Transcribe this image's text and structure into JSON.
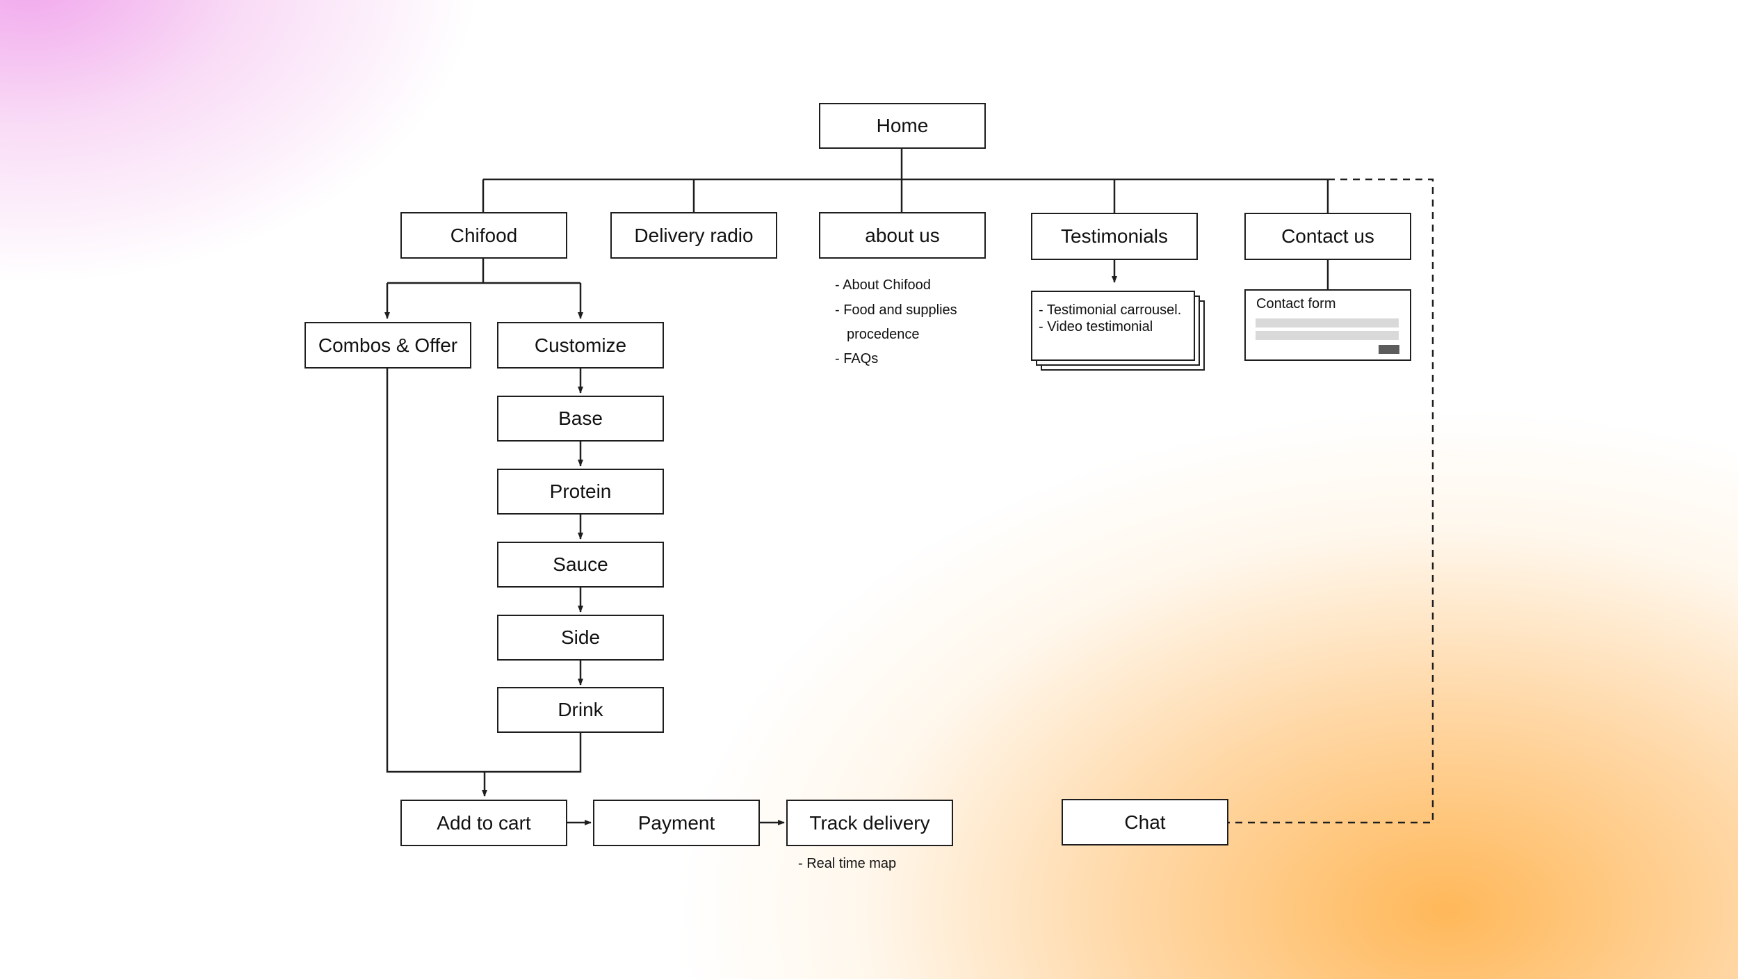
{
  "nodes": {
    "home": "Home",
    "chifood": "Chifood",
    "delivery_radio": "Delivery radio",
    "about_us": "about us",
    "testimonials": "Testimonials",
    "contact_us": "Contact us",
    "combos_offer": "Combos & Offer",
    "customize": "Customize",
    "base": "Base",
    "protein": "Protein",
    "sauce": "Sauce",
    "side": "Side",
    "drink": "Drink",
    "add_to_cart": "Add to cart",
    "payment": "Payment",
    "track_delivery": "Track delivery",
    "chat": "Chat"
  },
  "about_notes": [
    "- About Chifood",
    "- Food and supplies",
    "procedence",
    "- FAQs"
  ],
  "testimonial_card": [
    "- Testimonial carrousel.",
    "- Video testimonial"
  ],
  "contact_form": {
    "label": "Contact form"
  },
  "track_note": "- Real time map",
  "colors": {
    "line": "#1e1e1e",
    "field": "#d9d9d9",
    "button": "#5c5c5c"
  }
}
